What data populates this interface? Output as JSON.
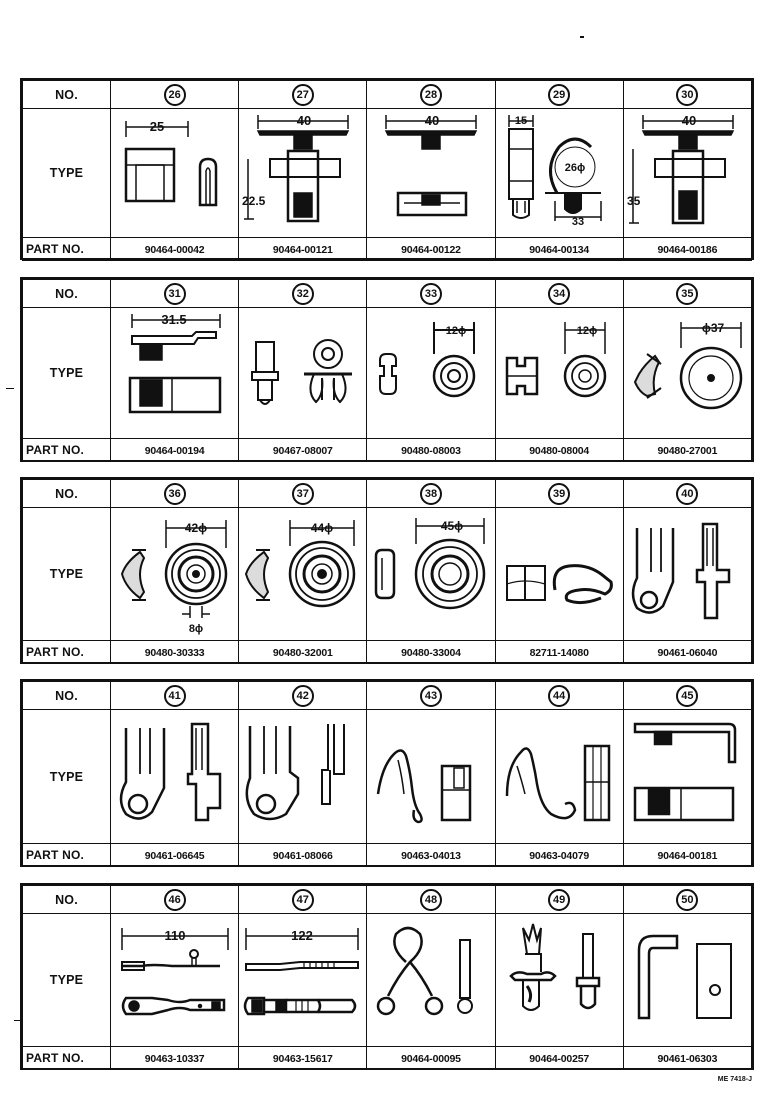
{
  "labels": {
    "no": "NO.",
    "type": "TYPE",
    "part_no": "PART NO."
  },
  "doc_code": "ME 7418-J",
  "blocks": [
    {
      "items": [
        {
          "no": "26",
          "part": "90464-00042",
          "dims": [
            "25"
          ]
        },
        {
          "no": "27",
          "part": "90464-00121",
          "dims": [
            "40",
            "22.5"
          ]
        },
        {
          "no": "28",
          "part": "90464-00122",
          "dims": [
            "40"
          ]
        },
        {
          "no": "29",
          "part": "90464-00134",
          "dims": [
            "15",
            "26ϕ",
            "33"
          ]
        },
        {
          "no": "30",
          "part": "90464-00186",
          "dims": [
            "40",
            "35"
          ]
        }
      ]
    },
    {
      "items": [
        {
          "no": "31",
          "part": "90464-00194",
          "dims": [
            "31.5"
          ]
        },
        {
          "no": "32",
          "part": "90467-08007",
          "dims": []
        },
        {
          "no": "33",
          "part": "90480-08003",
          "dims": [
            "12ϕ"
          ]
        },
        {
          "no": "34",
          "part": "90480-08004",
          "dims": [
            "12ϕ"
          ]
        },
        {
          "no": "35",
          "part": "90480-27001",
          "dims": [
            "ϕ37"
          ]
        }
      ]
    },
    {
      "items": [
        {
          "no": "36",
          "part": "90480-30333",
          "dims": [
            "42ϕ",
            "8ϕ"
          ]
        },
        {
          "no": "37",
          "part": "90480-32001",
          "dims": [
            "44ϕ"
          ]
        },
        {
          "no": "38",
          "part": "90480-33004",
          "dims": [
            "45ϕ"
          ]
        },
        {
          "no": "39",
          "part": "82711-14080",
          "dims": []
        },
        {
          "no": "40",
          "part": "90461-06040",
          "dims": []
        }
      ]
    },
    {
      "items": [
        {
          "no": "41",
          "part": "90461-06645",
          "dims": []
        },
        {
          "no": "42",
          "part": "90461-08066",
          "dims": []
        },
        {
          "no": "43",
          "part": "90463-04013",
          "dims": []
        },
        {
          "no": "44",
          "part": "90463-04079",
          "dims": []
        },
        {
          "no": "45",
          "part": "90464-00181",
          "dims": []
        }
      ]
    },
    {
      "items": [
        {
          "no": "46",
          "part": "90463-10337",
          "dims": [
            "110"
          ]
        },
        {
          "no": "47",
          "part": "90463-15617",
          "dims": [
            "122"
          ]
        },
        {
          "no": "48",
          "part": "90464-00095",
          "dims": []
        },
        {
          "no": "49",
          "part": "90464-00257",
          "dims": []
        },
        {
          "no": "50",
          "part": "90461-06303",
          "dims": []
        }
      ]
    }
  ]
}
